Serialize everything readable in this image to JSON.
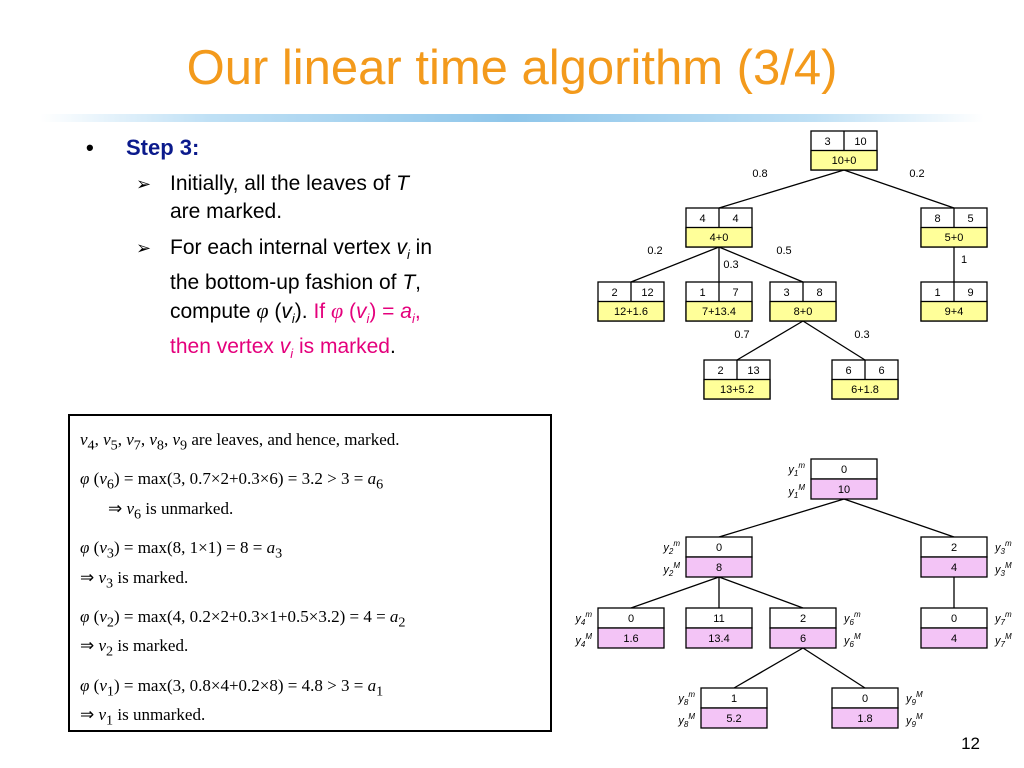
{
  "slide": {
    "title": "Our linear time algorithm (3/4)",
    "page_number": "12"
  },
  "bullets": {
    "bullet_char": "•",
    "step_label": "Step 3:",
    "arrow_char": "➢",
    "item1_a": "Initially, all the leaves of ",
    "item1_T": "T",
    "item1_b": "are marked.",
    "item2_a": "For each internal vertex ",
    "item2_v": "v",
    "item2_i": "i",
    "item2_b": " in",
    "item2_c": "the bottom-up fashion of ",
    "item2_T": "T",
    "item2_d": ",",
    "item2_e": "compute ",
    "phi": "φ",
    "item2_f": " (",
    "item2_g": ").",
    "item2_if": " If ",
    "item2_eq": ") = ",
    "item2_a_i": "a",
    "item2_comma": ",",
    "item2_then": "then vertex ",
    "item2_marked": " is marked",
    "item2_end": "."
  },
  "panel": {
    "lines": [
      "v4, v5, v7, v8, v9 are leaves, and hence, marked.",
      "φ (v6) = max(3, 0.7×2+0.3×6) = 3.2 > 3 = a6",
      "⇒ v6 is unmarked.",
      "φ (v3) = max(8, 1×1) = 8 = a3",
      "⇒ v3 is marked.",
      "φ (v2) = max(4, 0.2×2+0.3×1+0.5×3.2) = 4 = a2",
      "⇒ v2 is marked.",
      "φ (v1) = max(3, 0.8×4+0.2×8) = 4.8 > 3 = a1",
      "⇒ v1 is unmarked."
    ]
  },
  "tree1": {
    "fill_color": "#ffff99",
    "nodes": {
      "v1": {
        "a": "3",
        "b": "10",
        "c": "10+0"
      },
      "v2": {
        "a": "4",
        "b": "4",
        "c": "4+0"
      },
      "v3": {
        "a": "8",
        "b": "5",
        "c": "5+0"
      },
      "v4": {
        "a": "2",
        "b": "12",
        "c": "12+1.6"
      },
      "v5": {
        "a": "1",
        "b": "7",
        "c": "7+13.4"
      },
      "v6": {
        "a": "3",
        "b": "8",
        "c": "8+0"
      },
      "v7": {
        "a": "1",
        "b": "9",
        "c": "9+4"
      },
      "v8": {
        "a": "2",
        "b": "13",
        "c": "13+5.2"
      },
      "v9": {
        "a": "6",
        "b": "6",
        "c": "6+1.8"
      }
    },
    "edges": {
      "e12": "0.8",
      "e13": "0.2",
      "e24": "0.2",
      "e25": "0.3",
      "e26": "0.5",
      "e37": "1",
      "e68": "0.7",
      "e69": "0.3"
    }
  },
  "tree2": {
    "fill_color": "#f3c4f6",
    "nodes": {
      "y1": {
        "m": "0",
        "M": "10"
      },
      "y2": {
        "m": "0",
        "M": "8"
      },
      "y3": {
        "m": "2",
        "M": "4"
      },
      "y4": {
        "m": "0",
        "M": "1.6"
      },
      "y5": {
        "m": "11",
        "M": "13.4"
      },
      "y6": {
        "m": "2",
        "M": "6"
      },
      "y7": {
        "m": "0",
        "M": "4"
      },
      "y8": {
        "m": "1",
        "M": "5.2"
      },
      "y9": {
        "m": "0",
        "M": "1.8"
      }
    },
    "labels": {
      "y1": {
        "base": "y",
        "sub": "1"
      },
      "y2": {
        "base": "y",
        "sub": "2"
      },
      "y3": {
        "base": "y",
        "sub": "3"
      },
      "y4": {
        "base": "y",
        "sub": "4"
      },
      "y6": {
        "base": "y",
        "sub": "6"
      },
      "y7": {
        "base": "y",
        "sub": "7"
      },
      "y8": {
        "base": "y",
        "sub": "8"
      },
      "y9": {
        "base": "y",
        "sub": "9"
      },
      "sup_m": "m",
      "sup_M": "M"
    }
  }
}
